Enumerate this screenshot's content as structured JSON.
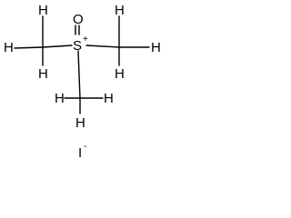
{
  "molecule": {
    "atoms": {
      "oxygen": "O",
      "sulfur": "S",
      "sulfur_charge": "+",
      "hydrogen": "H",
      "iodide": "I",
      "iodide_charge": "-"
    }
  }
}
